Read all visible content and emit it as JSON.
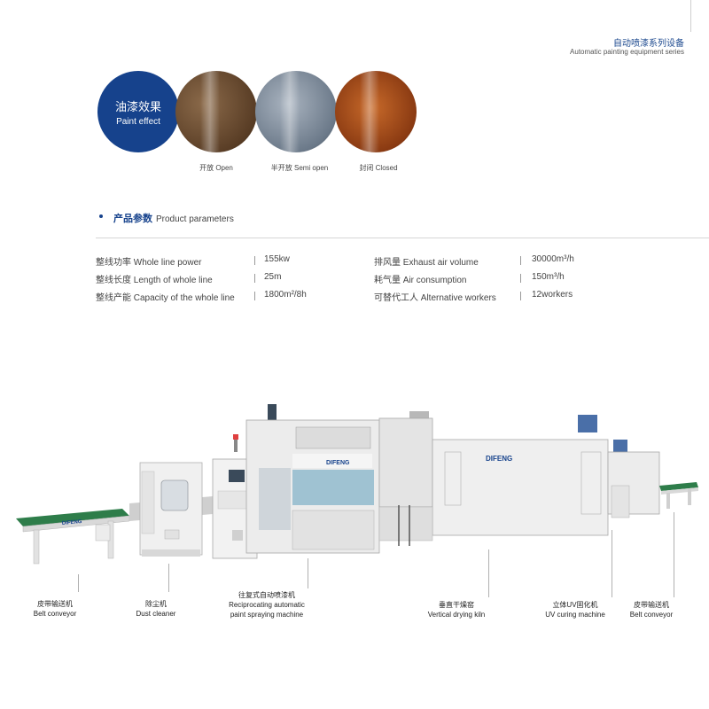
{
  "header": {
    "title_cn": "自动喷漆系列设备",
    "title_en": "Automatic painting equipment series"
  },
  "paint_effect": {
    "label_cn": "油漆效果",
    "label_en": "Paint effect",
    "samples": [
      {
        "caption": "开放 Open"
      },
      {
        "caption": "半开放 Semi open"
      },
      {
        "caption": "封闭 Closed"
      }
    ]
  },
  "parameters": {
    "title_cn": "产品参数",
    "title_en": "Product parameters",
    "rows": [
      {
        "label": "整线功率 Whole line power",
        "value": "155kw"
      },
      {
        "label": "整线长度 Length of whole line",
        "value": "25m"
      },
      {
        "label": "整线产能 Capacity of the whole line",
        "value": "1800m²/8h"
      },
      {
        "label": "排风量 Exhaust air volume",
        "value": "30000m³/h"
      },
      {
        "label": "耗气量 Air consumption",
        "value": "150m³/h"
      },
      {
        "label": "可替代工人 Alternative workers",
        "value": "12workers"
      }
    ]
  },
  "machine": {
    "brand": "DIFENG",
    "components": [
      {
        "cn": "皮带输送机",
        "en": "Belt conveyor"
      },
      {
        "cn": "除尘机",
        "en": "Dust cleaner"
      },
      {
        "cn": "往复式自动喷漆机",
        "en": "Reciprocating automatic",
        "en2": "paint spraying machine"
      },
      {
        "cn": "垂直干燥窑",
        "en": "Vertical drying kiln"
      },
      {
        "cn": "立体UV固化机",
        "en": "UV curing machine"
      },
      {
        "cn": "皮带输送机",
        "en": "Belt conveyor"
      }
    ]
  },
  "colors": {
    "accent": "#16428c"
  }
}
